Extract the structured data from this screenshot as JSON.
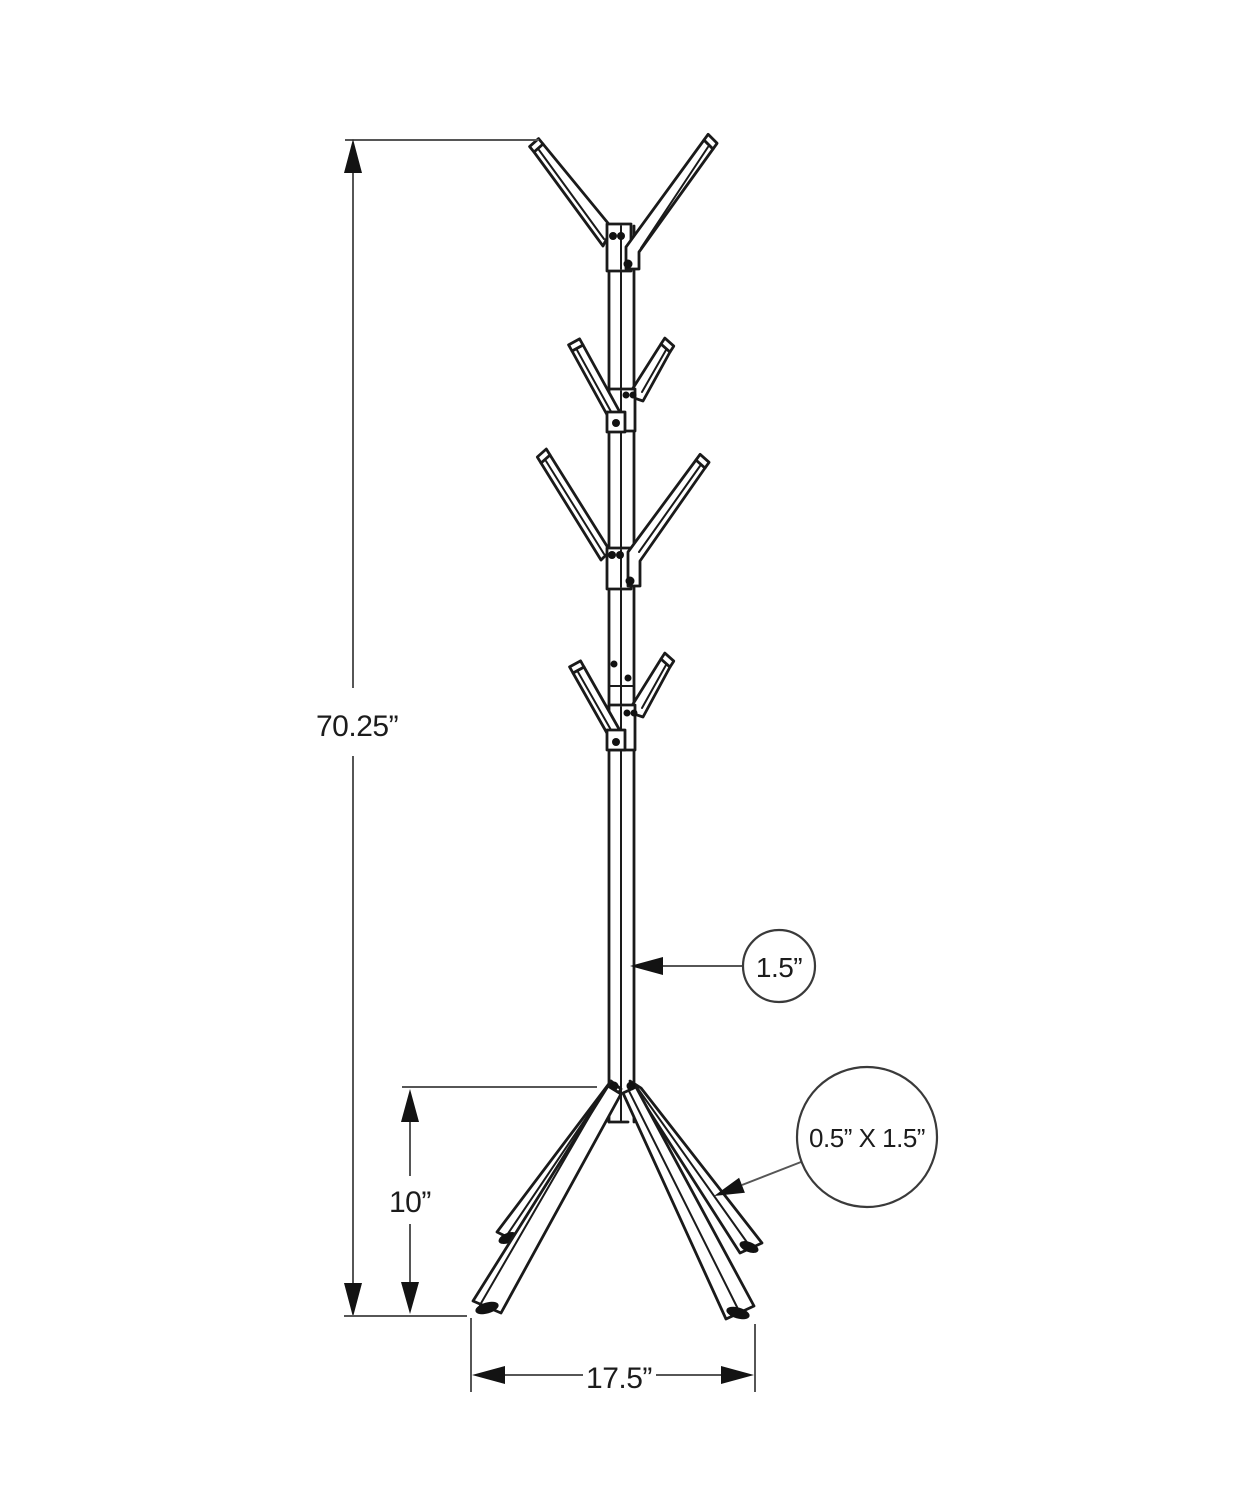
{
  "diagram": {
    "type": "technical-dimension-drawing",
    "subject": "coat rack with four tiers of double hooks and four splayed legs",
    "background_color": "#ffffff",
    "drawing_line_color": "#1a1a1a",
    "dimension_line_color": "#565656",
    "labels": {
      "overall_height": "70.25”",
      "base_height": "10”",
      "base_width": "17.5”",
      "pole_thickness": "1.5”",
      "hook_cross_section": "0.5” X 1.5”"
    }
  }
}
